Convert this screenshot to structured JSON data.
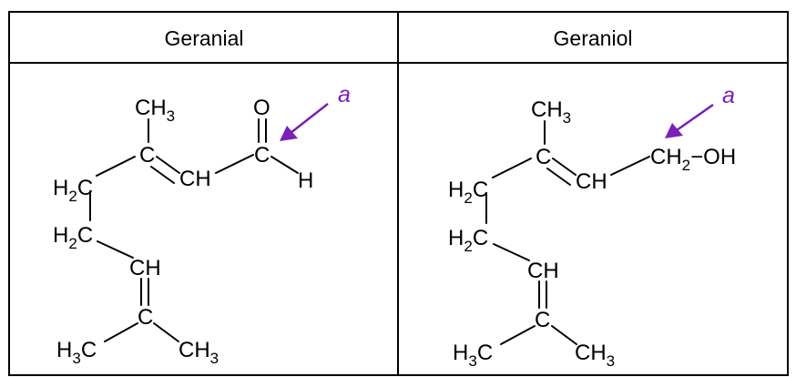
{
  "table": {
    "headers": [
      "Geranial",
      "Geraniol"
    ]
  },
  "geranial": {
    "atoms": {
      "ch3_top": [
        "CH",
        "3"
      ],
      "c_branch": [
        "C",
        ""
      ],
      "ch_double": [
        "CH",
        ""
      ],
      "c_carbonyl": [
        "C",
        ""
      ],
      "o": [
        "O",
        ""
      ],
      "h": [
        "H",
        ""
      ],
      "h2c_1": [
        "H",
        "2",
        "C"
      ],
      "h2c_2": [
        "H",
        "2",
        "C"
      ],
      "ch_lower": [
        "CH",
        ""
      ],
      "c_lower": [
        "C",
        ""
      ],
      "h3c": [
        "H",
        "3",
        "C"
      ],
      "ch3_right": [
        "CH",
        "3"
      ]
    },
    "label": "a"
  },
  "geraniol": {
    "atoms": {
      "ch3_top": [
        "CH",
        "3"
      ],
      "c_branch": [
        "C",
        ""
      ],
      "ch_double": [
        "CH",
        ""
      ],
      "ch2oh": [
        "CH",
        "2",
        "−OH"
      ],
      "h2c_1": [
        "H",
        "2",
        "C"
      ],
      "h2c_2": [
        "H",
        "2",
        "C"
      ],
      "ch_lower": [
        "CH",
        ""
      ],
      "c_lower": [
        "C",
        ""
      ],
      "h3c": [
        "H",
        "3",
        "C"
      ],
      "ch3_right": [
        "CH",
        "3"
      ]
    },
    "label": "a"
  },
  "colors": {
    "label": "#7a1fb8",
    "structure": "#000000"
  }
}
